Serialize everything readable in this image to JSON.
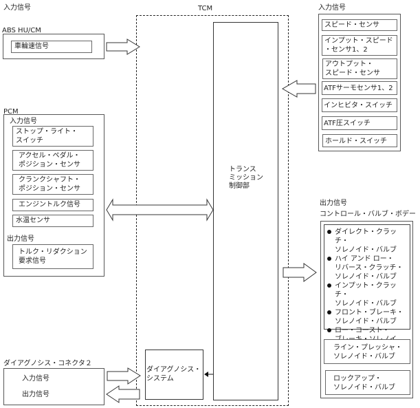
{
  "diagram": {
    "title": "TCM",
    "left": {
      "input_header": "入力信号",
      "abs": {
        "label": "ABS HU/CM",
        "signals": [
          "車輪速信号"
        ]
      },
      "pcm": {
        "label": "PCM",
        "input_label": "入力信号",
        "inputs": [
          "ストップ・ライト・\nスイッチ",
          "アクセル・ペダル・\nポジション・センサ",
          "クランクシャフト・\nポジション・センサ",
          "エンジントルク信号",
          "水温センサ"
        ],
        "output_label": "出力信号",
        "outputs": [
          "トルク・リダクション\n要求信号"
        ]
      },
      "diag_connector": {
        "label": "ダイアグノシス・コネクタ２",
        "input": "入力信号",
        "output": "出力信号"
      }
    },
    "center": {
      "control_unit": "トランス\nミッション\n制御部",
      "diag_system": "ダイアグノシス・\nシステム"
    },
    "right": {
      "input_header": "入力信号",
      "inputs": [
        "スピード・センサ",
        "インプット・スピード\n・センサ1、2",
        "アウトプット・\nスピード・センサ",
        "ATFサーモセンサ1、2",
        "インヒビタ・スイッチ",
        "ATF圧スイッチ",
        "ホールド・スイッチ"
      ],
      "output_header": "出力信号",
      "valve_body_label": "コントロール・バルブ・ボデー",
      "solenoids": [
        "ダイレクト・クラッチ・\nソレノイド・バルブ",
        "ハイ アンド ロー・\nリバース・クラッチ・\nソレノイド・バルブ",
        "インプット・クラッチ・\nソレノイド・バルブ",
        "フロント・ブレーキ・\nソレノイド・バルブ",
        "ロー・コースト・\nブレーキ・ソレノイド・\nバルブ"
      ],
      "other_valves": [
        "ライン・プレッシャ・\nソレノイド・バルブ",
        "ロックアップ・\nソレノイド・バルブ"
      ]
    }
  }
}
